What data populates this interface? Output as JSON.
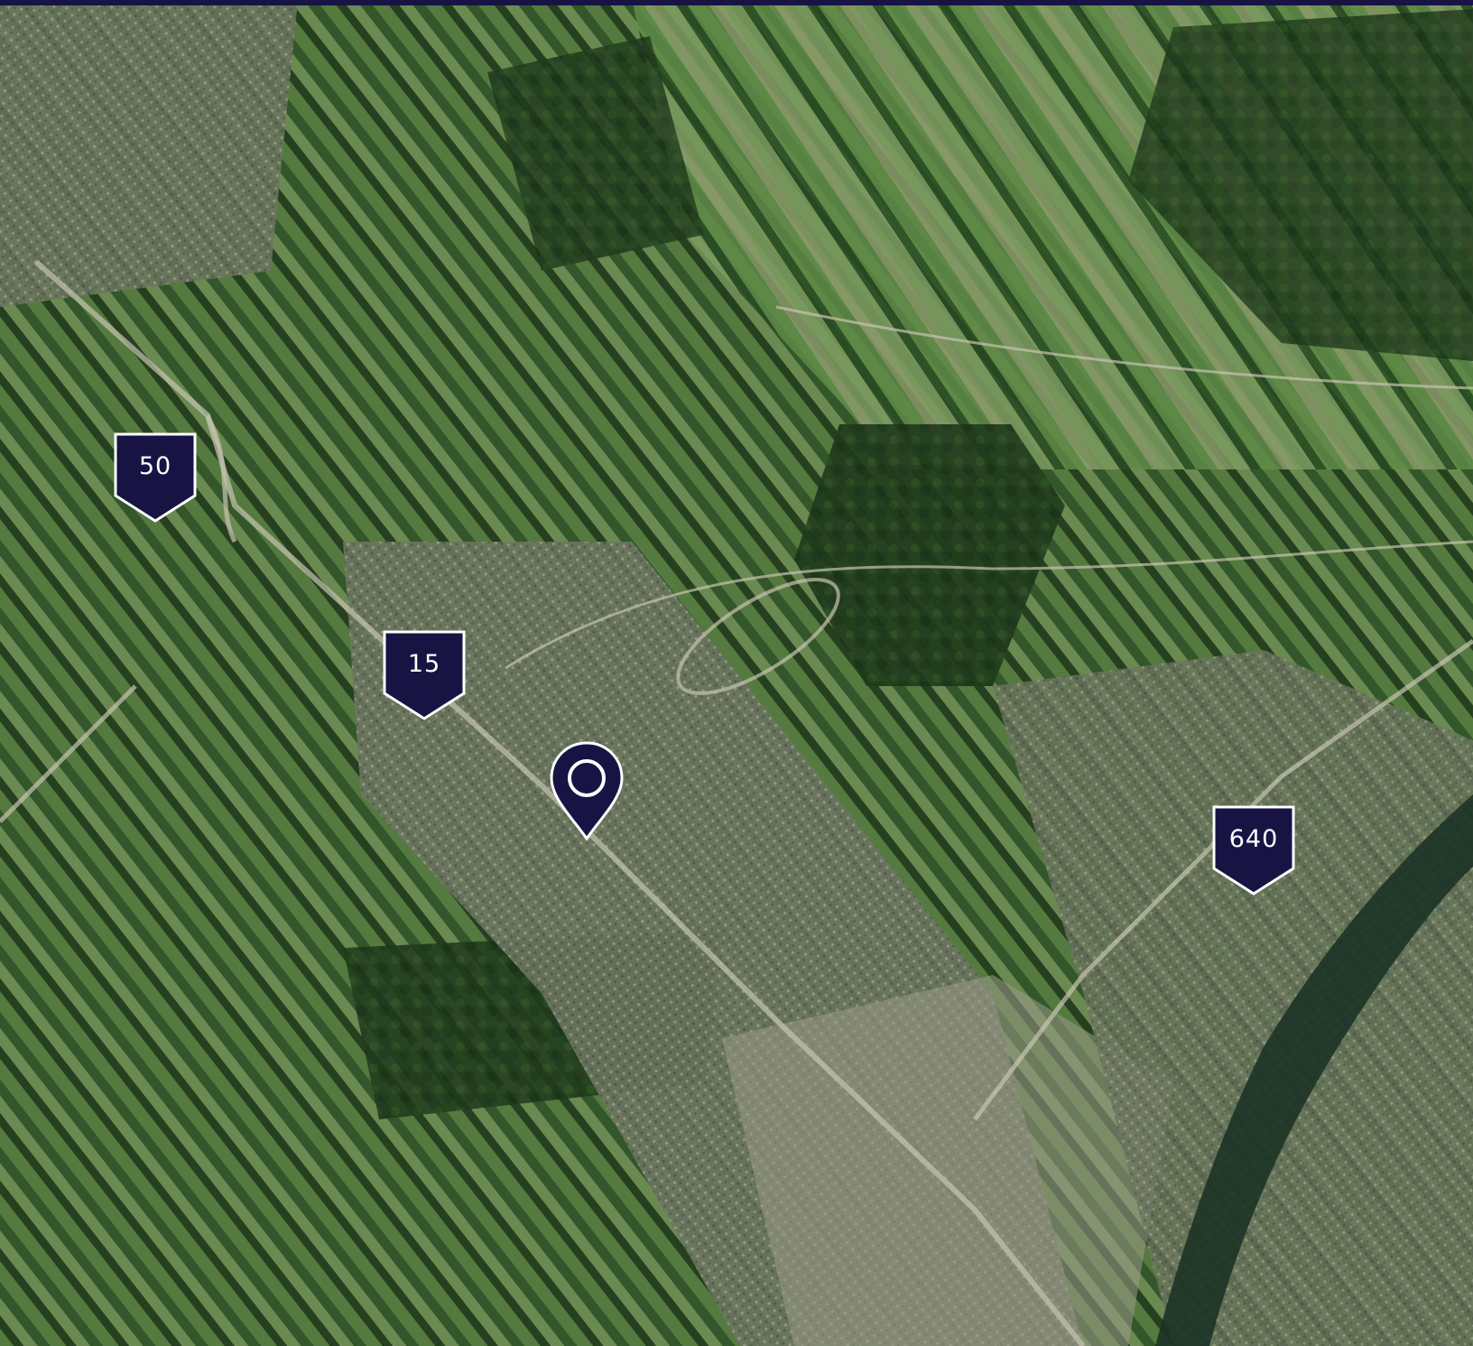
{
  "map": {
    "view": "satellite",
    "colors": {
      "marker_fill": "#171443",
      "marker_stroke": "#ffffff",
      "top_bar": "#171443"
    },
    "route_shields": [
      {
        "id": "shield-50",
        "label": "50"
      },
      {
        "id": "shield-15",
        "label": "15"
      },
      {
        "id": "shield-640",
        "label": "640"
      }
    ],
    "pin": {
      "icon": "location-pin-icon"
    }
  }
}
